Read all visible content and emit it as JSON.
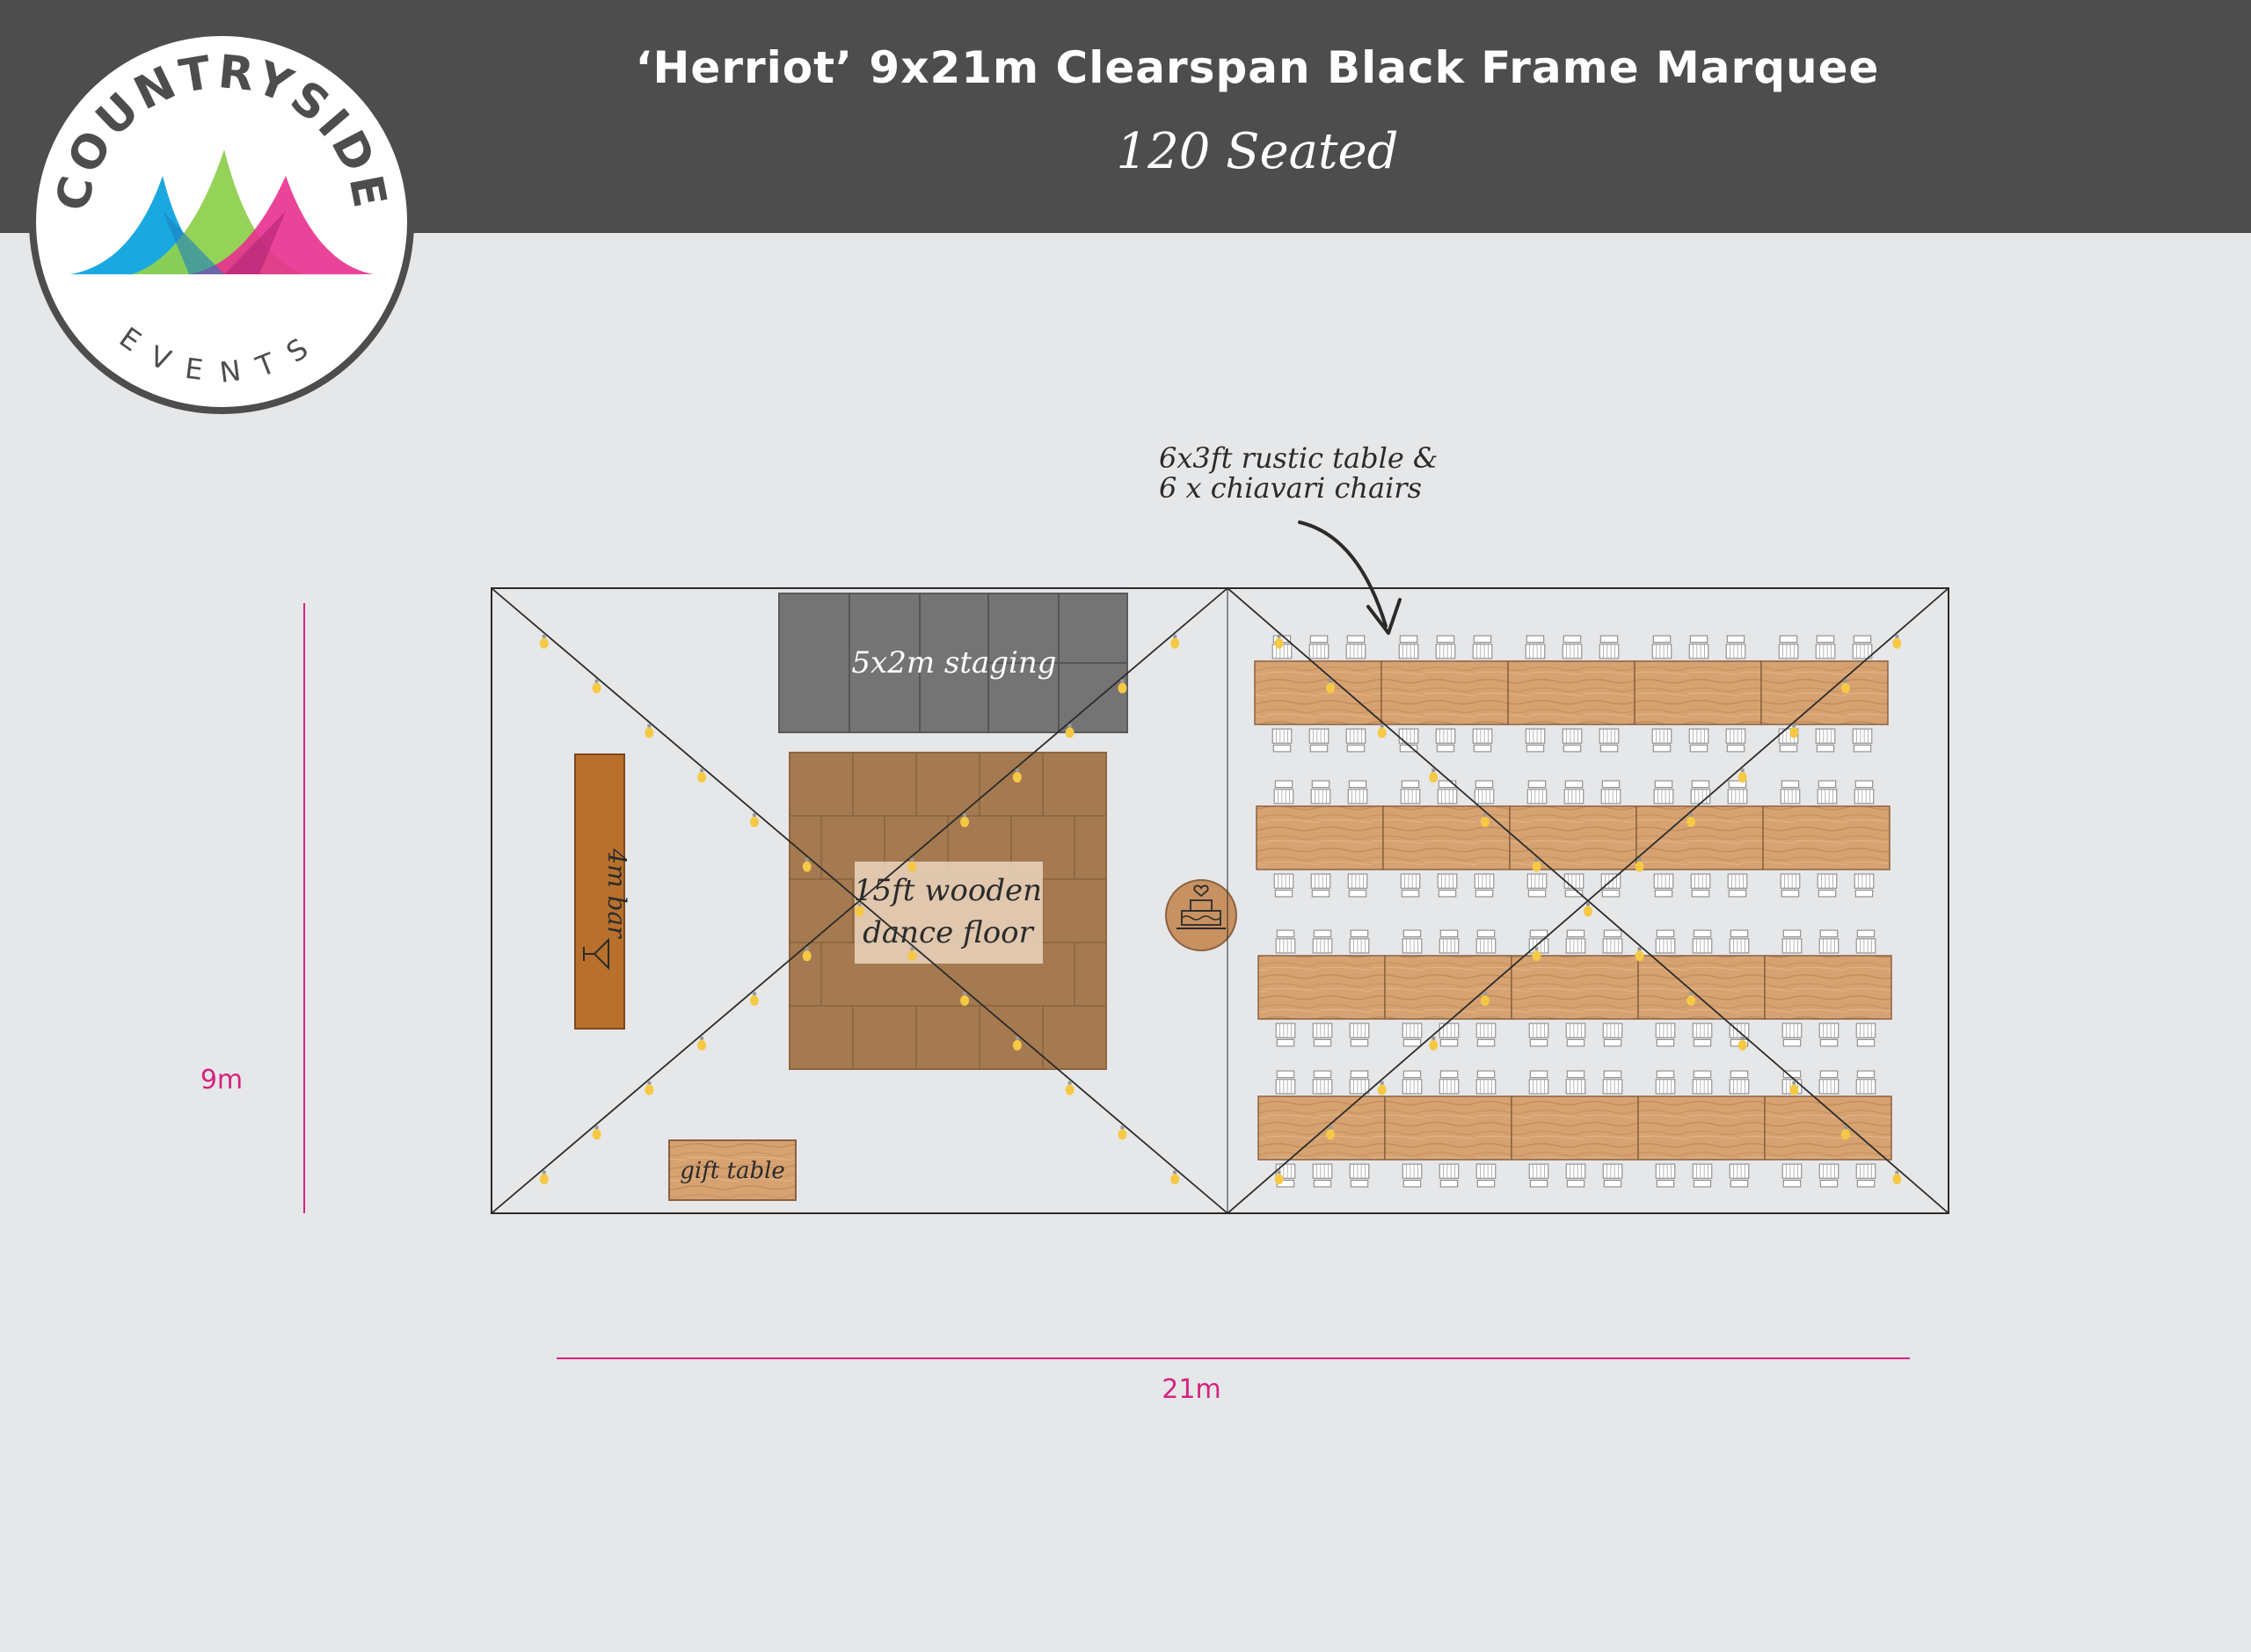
{
  "header": {
    "title": "‘Herriot’ 9x21m Clearspan Black Frame Marquee",
    "subtitle": "120 Seated"
  },
  "logo": {
    "top_text": "COUNTRYSIDE",
    "bottom_text": "EVENTS",
    "colors": {
      "blue": "#1aa8e0",
      "green": "#8fd14f",
      "pink": "#e8308f",
      "ring": "#4d4d4d"
    }
  },
  "dimensions": {
    "height_label": "9m",
    "width_label": "21m"
  },
  "labels": {
    "staging": "5x2m staging",
    "dance_floor_line1": "15ft wooden",
    "dance_floor_line2": "dance floor",
    "bar": "4m bar",
    "gift_table": "gift table",
    "annotation_line1": "6x3ft rustic table &",
    "annotation_line2": "6 x chiavari chairs"
  },
  "icons": {
    "cake": "wedding-cake-icon",
    "glass": "cocktail-glass-icon",
    "lights": "festoon-light-icon"
  },
  "colors": {
    "staging": "#747474",
    "dance_floor": "#a57a50",
    "dance_floor_center": "#e3cbb3",
    "bar": "#b8702c",
    "table": "#d7a271",
    "accent": "#d6237e",
    "bulb": "#f6c944"
  }
}
